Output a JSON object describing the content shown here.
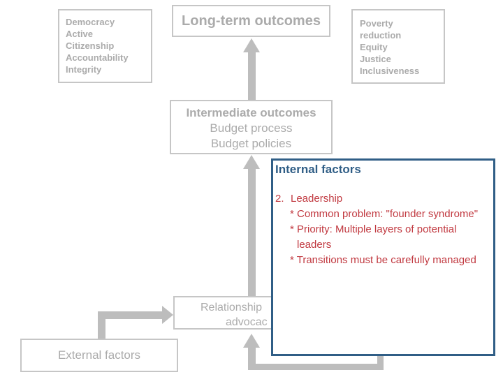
{
  "slide": {
    "values_box": {
      "lines": [
        "Democracy",
        "Active",
        "Citizenship",
        "Accountability",
        "Integrity"
      ]
    },
    "long_term_box": {
      "label": "Long-term outcomes"
    },
    "outcomes_box": {
      "lines": [
        "Poverty",
        "reduction",
        "Equity",
        "Justice",
        "Inclusiveness"
      ]
    },
    "intermediate_box": {
      "title": "Intermediate outcomes",
      "lines": [
        "Budget process",
        "Budget policies"
      ]
    },
    "relationship_box": {
      "lines": [
        "Relationship",
        "advocac"
      ]
    },
    "external_box": {
      "label": "External factors"
    },
    "internal_box": {
      "title": "Internal factors",
      "item_number": "2.",
      "item_label": "Leadership",
      "bullets": [
        "* Common problem: \"founder syndrome\"",
        "* Priority: Multiple layers of potential",
        "leaders",
        "* Transitions must be carefully managed"
      ]
    }
  },
  "colors": {
    "box_border": "#C6C6C6",
    "box_text": "#ABABAB",
    "arrow": "#BDBDBD",
    "accent_blue": "#305E86",
    "accent_red": "#C13940",
    "background": "#FFFFFF"
  }
}
